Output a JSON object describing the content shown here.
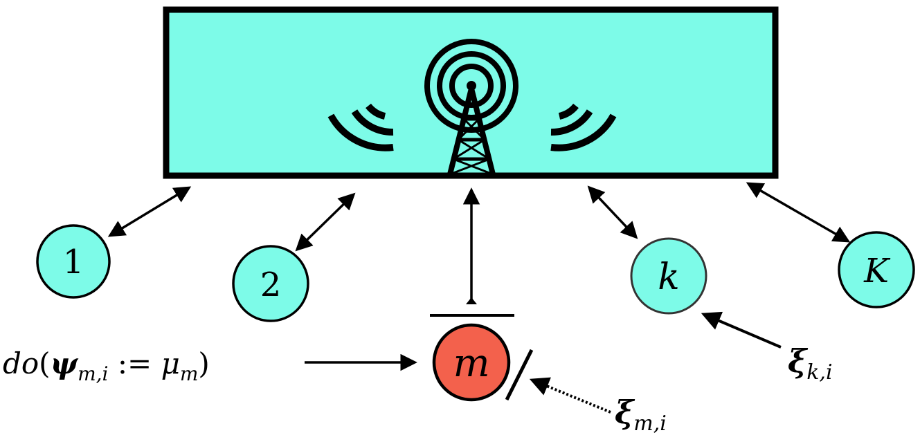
{
  "colors": {
    "server_fill": "#7dfbe8",
    "agent_fill": "#7dfbe8",
    "intervened_fill": "#f3614c",
    "stroke": "#000000"
  },
  "server": {
    "icon": "radio-tower-icon"
  },
  "nodes": [
    {
      "id": "node-1",
      "label": "1"
    },
    {
      "id": "node-2",
      "label": "2"
    },
    {
      "id": "node-m",
      "label": "m"
    },
    {
      "id": "node-k",
      "label": "k"
    },
    {
      "id": "node-K",
      "label": "K"
    }
  ],
  "intervention": {
    "prefix": "do",
    "psi": "ψ",
    "psi_sub": "m,i",
    "assign": " := ",
    "mu": "μ",
    "mu_sub": "m"
  },
  "noise_m": {
    "symbol": "ξ",
    "sub": "m,i"
  },
  "noise_k": {
    "symbol": "ξ",
    "sub": "k,i"
  }
}
